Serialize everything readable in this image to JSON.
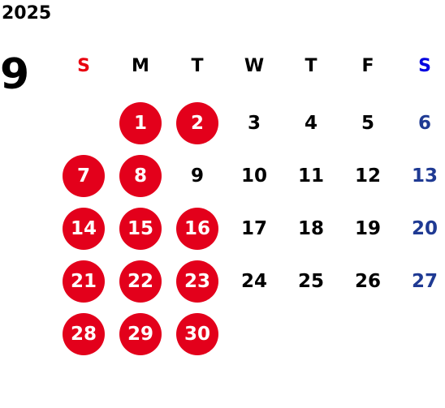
{
  "calendar": {
    "year": "2025",
    "month": "9",
    "colors": {
      "holiday_circle": "#e3001b",
      "sunday_header": "#e8000f",
      "saturday_header": "#0000e0",
      "saturday_day": "#1f3a93",
      "normal": "#000000",
      "holiday_text": "#ffffff"
    },
    "weekdays": [
      {
        "label": "S",
        "kind": "sunday"
      },
      {
        "label": "M",
        "kind": "normal"
      },
      {
        "label": "T",
        "kind": "normal"
      },
      {
        "label": "W",
        "kind": "normal"
      },
      {
        "label": "T",
        "kind": "normal"
      },
      {
        "label": "F",
        "kind": "normal"
      },
      {
        "label": "S",
        "kind": "saturday"
      }
    ],
    "weeks": [
      [
        null,
        {
          "d": "1",
          "t": "holiday"
        },
        {
          "d": "2",
          "t": "holiday"
        },
        {
          "d": "3",
          "t": "normal"
        },
        {
          "d": "4",
          "t": "normal"
        },
        {
          "d": "5",
          "t": "normal"
        },
        {
          "d": "6",
          "t": "saturday"
        }
      ],
      [
        {
          "d": "7",
          "t": "holiday"
        },
        {
          "d": "8",
          "t": "holiday"
        },
        {
          "d": "9",
          "t": "normal"
        },
        {
          "d": "10",
          "t": "normal"
        },
        {
          "d": "11",
          "t": "normal"
        },
        {
          "d": "12",
          "t": "normal"
        },
        {
          "d": "13",
          "t": "saturday"
        }
      ],
      [
        {
          "d": "14",
          "t": "holiday"
        },
        {
          "d": "15",
          "t": "holiday"
        },
        {
          "d": "16",
          "t": "holiday"
        },
        {
          "d": "17",
          "t": "normal"
        },
        {
          "d": "18",
          "t": "normal"
        },
        {
          "d": "19",
          "t": "normal"
        },
        {
          "d": "20",
          "t": "saturday"
        }
      ],
      [
        {
          "d": "21",
          "t": "holiday"
        },
        {
          "d": "22",
          "t": "holiday"
        },
        {
          "d": "23",
          "t": "holiday"
        },
        {
          "d": "24",
          "t": "normal"
        },
        {
          "d": "25",
          "t": "normal"
        },
        {
          "d": "26",
          "t": "normal"
        },
        {
          "d": "27",
          "t": "saturday"
        }
      ],
      [
        {
          "d": "28",
          "t": "holiday"
        },
        {
          "d": "29",
          "t": "holiday"
        },
        {
          "d": "30",
          "t": "holiday"
        },
        null,
        null,
        null,
        null
      ]
    ]
  }
}
